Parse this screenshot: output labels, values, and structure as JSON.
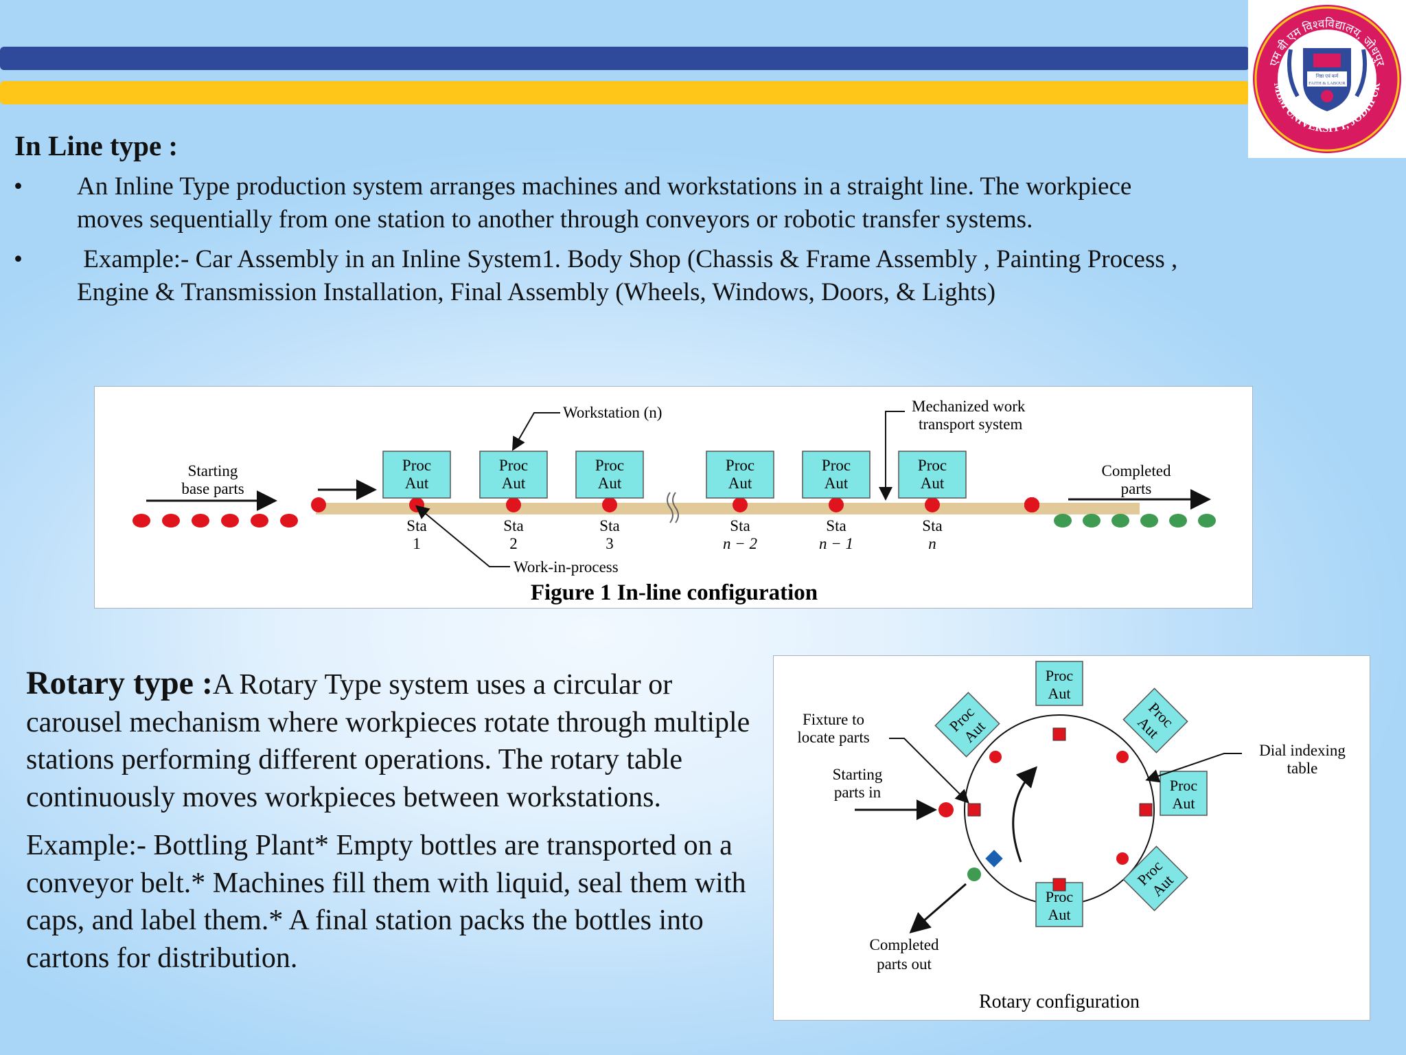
{
  "slide": {
    "logo": {
      "top_text": "एम बी एम विश्वविद्यालय, जोधपुर",
      "bottom_text": "MBM UNIVERSITY, JODHPUR",
      "motto_hindi": "निष्ठा एवं कर्म",
      "motto_english": "FAITH & LABOUR"
    },
    "inline": {
      "heading": "In Line type :",
      "bullet_symbol": "•",
      "bullets": [
        "An Inline Type production system arranges machines and workstations in a straight line. The workpiece moves sequentially from one station to another through conveyors or robotic transfer systems.",
        " Example:- Car Assembly in an Inline System1. Body Shop (Chassis & Frame Assembly , Painting Process , Engine & Transmission Installation, Final Assembly (Wheels, Windows, Doors, & Lights)"
      ]
    },
    "figure1": {
      "caption": "Figure 1 In-line configuration",
      "workstation_label": "Workstation (n)",
      "transport_label": [
        "Mechanized work",
        "transport system"
      ],
      "starting_label": [
        "Starting",
        "base parts"
      ],
      "completed_label": [
        "Completed",
        "parts"
      ],
      "wip_label": "Work-in-process",
      "box_label": [
        "Proc",
        "Aut"
      ],
      "stations": [
        {
          "name": "Sta",
          "num": "1"
        },
        {
          "name": "Sta",
          "num": "2"
        },
        {
          "name": "Sta",
          "num": "3"
        },
        {
          "name": "Sta",
          "num": "n − 2"
        },
        {
          "name": "Sta",
          "num": "n − 1"
        },
        {
          "name": "Sta",
          "num": "n"
        }
      ]
    },
    "rotary": {
      "title": "Rotary type :",
      "description": "A Rotary Type system uses a circular or carousel mechanism where workpieces rotate through multiple stations performing different operations. The rotary table continuously moves workpieces between workstations.",
      "example": "Example:- Bottling Plant* Empty bottles are transported on a conveyor belt.* Machines fill them with liquid, seal them with caps, and label them.* A final station packs the bottles into cartons for distribution."
    },
    "figure2": {
      "caption": "Rotary configuration",
      "fixture_label": [
        "Fixture to",
        "locate parts"
      ],
      "starting_label": [
        "Starting",
        "parts in"
      ],
      "dial_label": [
        "Dial indexing",
        "table"
      ],
      "completed_label": [
        "Completed",
        "parts out"
      ],
      "box_label": [
        "Proc",
        "Aut"
      ]
    },
    "colors": {
      "blue_bar": "#2f4a9b",
      "yellow_bar": "#ffc61a",
      "station_box": "#7fe5e5",
      "conveyor": "#e2c99a",
      "part_red": "#e0141c",
      "part_green": "#3f9a52",
      "part_blue": "#1a5fb0"
    }
  }
}
